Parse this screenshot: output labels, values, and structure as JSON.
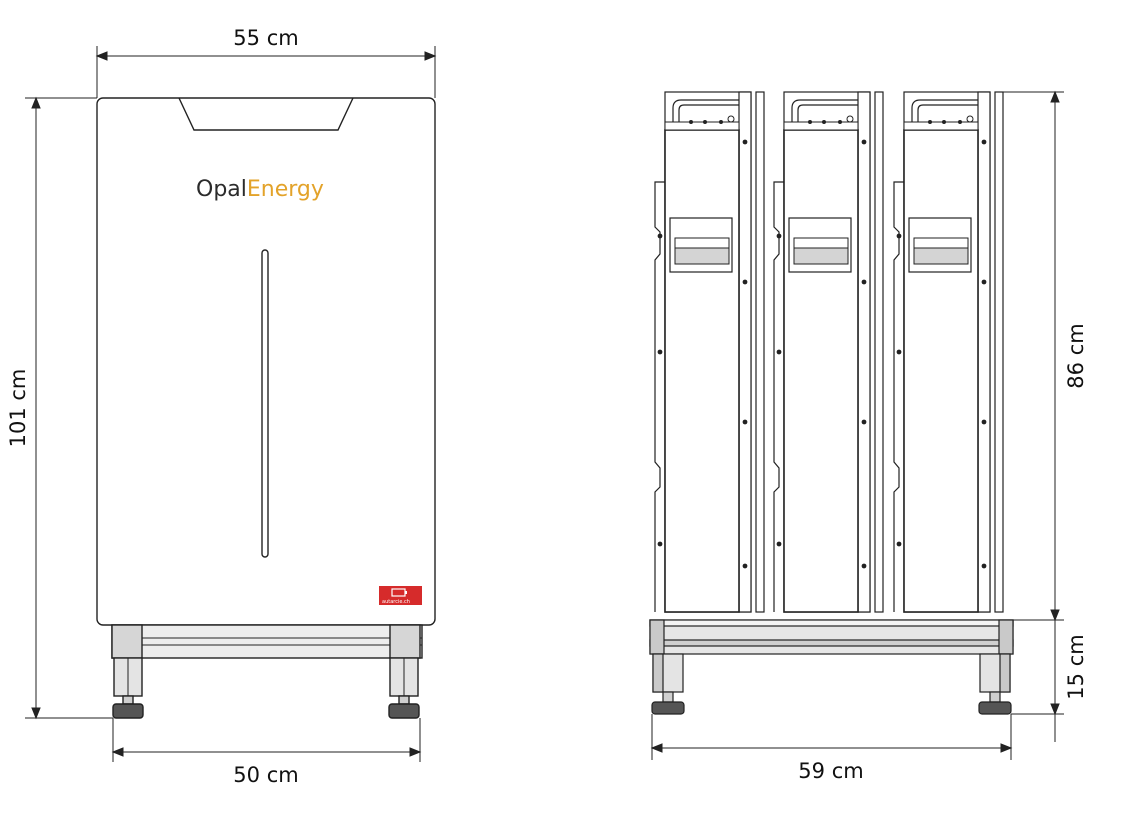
{
  "dimensions": {
    "front_width_top": "55 cm",
    "front_height": "101 cm",
    "front_width_bottom": "50 cm",
    "side_width_bottom": "59 cm",
    "side_height_modules": "86 cm",
    "side_height_base": "15 cm"
  },
  "brand": {
    "name_part1": "Opal",
    "name_part2": "Energy",
    "part1_color": "#2b2b2b",
    "part2_color": "#e3a32a",
    "label_text": "autarcie.ch",
    "label_color": "#d62b2b"
  }
}
